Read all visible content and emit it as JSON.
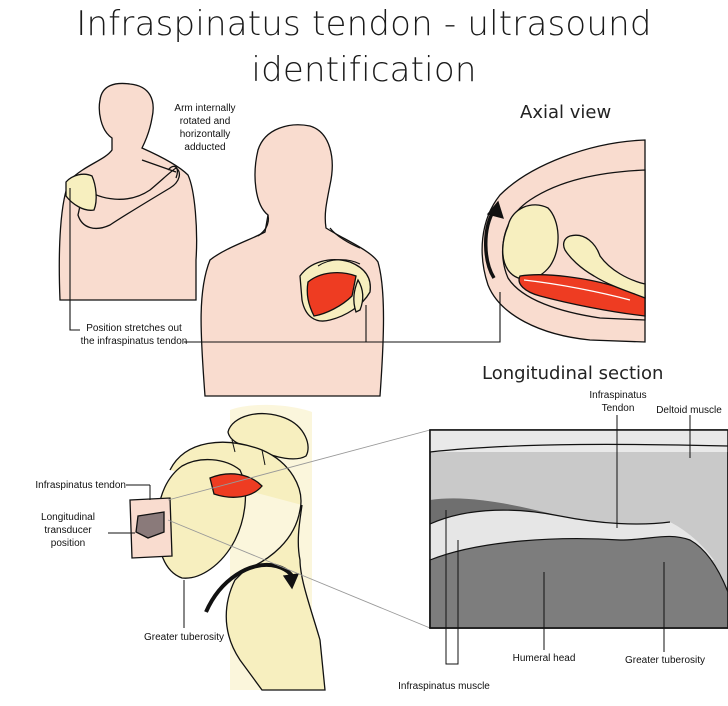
{
  "title_line1": "Infraspinatus tendon - ultrasound",
  "title_line2": "identification",
  "views": {
    "axial": "Axial view",
    "longitudinal": "Longitudinal section"
  },
  "labels": {
    "arm_position": "Arm internally rotated and horizontally adducted",
    "stretch_note": "Position stretches out the infraspinatus tendon",
    "infraspinatus_tendon_left": "Infraspinatus tendon",
    "transducer": "Longitudinal transducer position",
    "greater_tuberosity_left": "Greater tuberosity",
    "infraspinatus_tendon_right": "Infraspinatus Tendon",
    "deltoid_muscle": "Deltoid muscle",
    "humeral_head": "Humeral head",
    "greater_tuberosity_right": "Greater tuberosity",
    "infraspinatus_muscle": "Infraspinatus muscle"
  },
  "colors": {
    "skin": "#f9dccf",
    "bone": "#f7efbf",
    "muscle": "#ee3c22",
    "outline": "#111111",
    "deltoid_gray": "#c9c9c9",
    "tendon_light": "#e6e6e6",
    "bone_gray": "#7d7d7d"
  }
}
